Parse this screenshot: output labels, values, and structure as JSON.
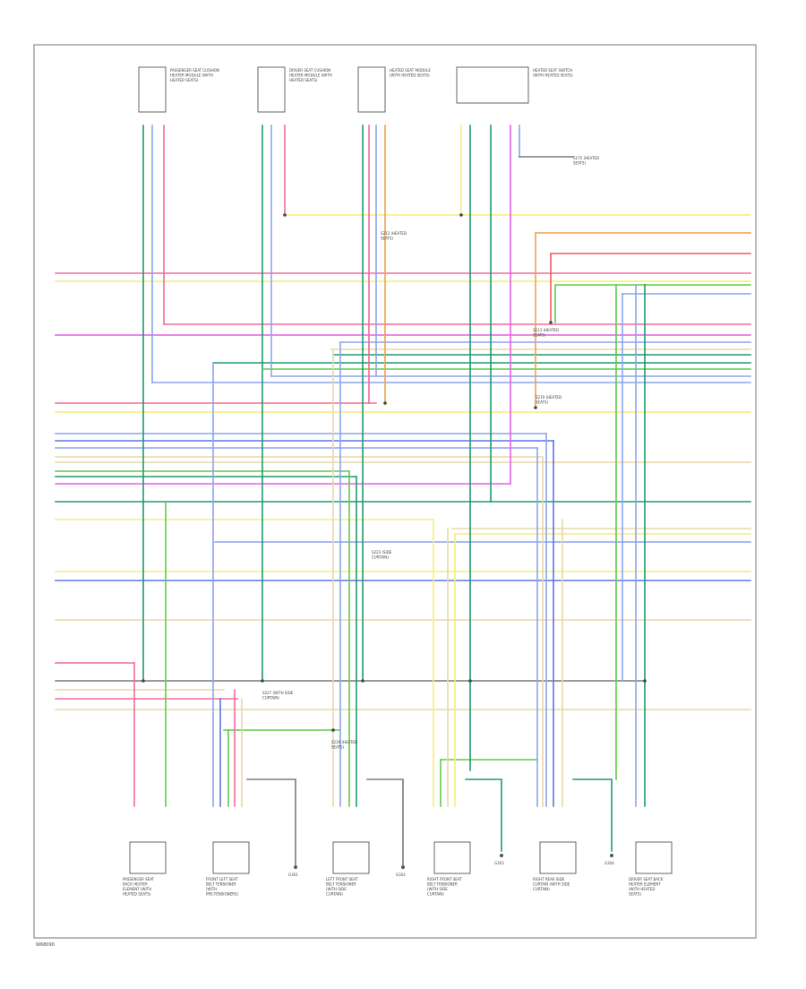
{
  "diagram": {
    "figure_id": "W68090",
    "top_modules": [
      {
        "id": "passenger-seat-cushion-module",
        "label": "PASSENGER SEAT CUSHION HEATER MODULE (WITH HEATED SEATS)"
      },
      {
        "id": "driver-seat-cushion-module",
        "label": "DRIVER SEAT CUSHION HEATER MODULE (WITH HEATED SEATS)"
      },
      {
        "id": "heated-seat-module",
        "label": "HEATED SEAT MODULE (WITH HEATED SEATS)"
      },
      {
        "id": "heated-seat-switch",
        "label": "HEATED SEAT SWITCH (WITH HEATED SEATS)"
      }
    ],
    "bottom_components": [
      {
        "id": "passenger-back-heater",
        "label": "PASSENGER SEAT BACK HEATER ELEMENT (WITH HEATED SEATS)"
      },
      {
        "id": "front-left-seat-belt-retractor",
        "label": "FRONT LEFT SEAT BELT TENSIONER (WITH PRE-TENSIONERS)"
      },
      {
        "id": "front-left-seat-belt-2",
        "label": "LEFT FRONT SEAT BELT TENSIONER (WITH SIDE CURTAIN)"
      },
      {
        "id": "front-right-seat-belt",
        "label": "RIGHT FRONT SEAT BELT TENSIONER (WITH SIDE CURTAIN)"
      },
      {
        "id": "rear-right-seat-belt",
        "label": "RIGHT REAR SIDE CURTAIN (WITH SIDE CURTAIN)"
      },
      {
        "id": "driver-back-heater",
        "label": "DRIVER SEAT BACK HEATER ELEMENT (WITH HEATED SEATS)"
      }
    ],
    "grounds": [
      {
        "id": "g301",
        "label": "G301"
      },
      {
        "id": "g302",
        "label": "G302"
      },
      {
        "id": "g303",
        "label": "G303"
      },
      {
        "id": "g304",
        "label": "G304"
      }
    ],
    "splices": [
      {
        "id": "s1",
        "label": "S175 (HEATED SEATS)"
      },
      {
        "id": "s2",
        "label": "S212 (HEATED SEATS)"
      },
      {
        "id": "s3",
        "label": "S213 (HEATED SEATS)"
      },
      {
        "id": "s4",
        "label": "S219 (HEATED SEATS)"
      },
      {
        "id": "s5",
        "label": "S223 (SIDE CURTAIN)"
      },
      {
        "id": "s6",
        "label": "S227 (WITH SIDE CURTAIN)"
      },
      {
        "id": "s7",
        "label": "S229 (HEATED SEATS)"
      }
    ],
    "colors": {
      "pink": "#f26a9a",
      "yellow": "#f4ee7a",
      "light_blue": "#8aa4f2",
      "blue": "#5b73e6",
      "dark_green": "#1f9a6a",
      "green": "#5fcc4a",
      "orange": "#f4a04a",
      "tan": "#ead7a6",
      "purple": "#a55fe6",
      "magenta": "#e55fe6",
      "gray": "#7a7a7a",
      "red": "#f25a5a",
      "dark_blue": "#3b53c6"
    }
  }
}
